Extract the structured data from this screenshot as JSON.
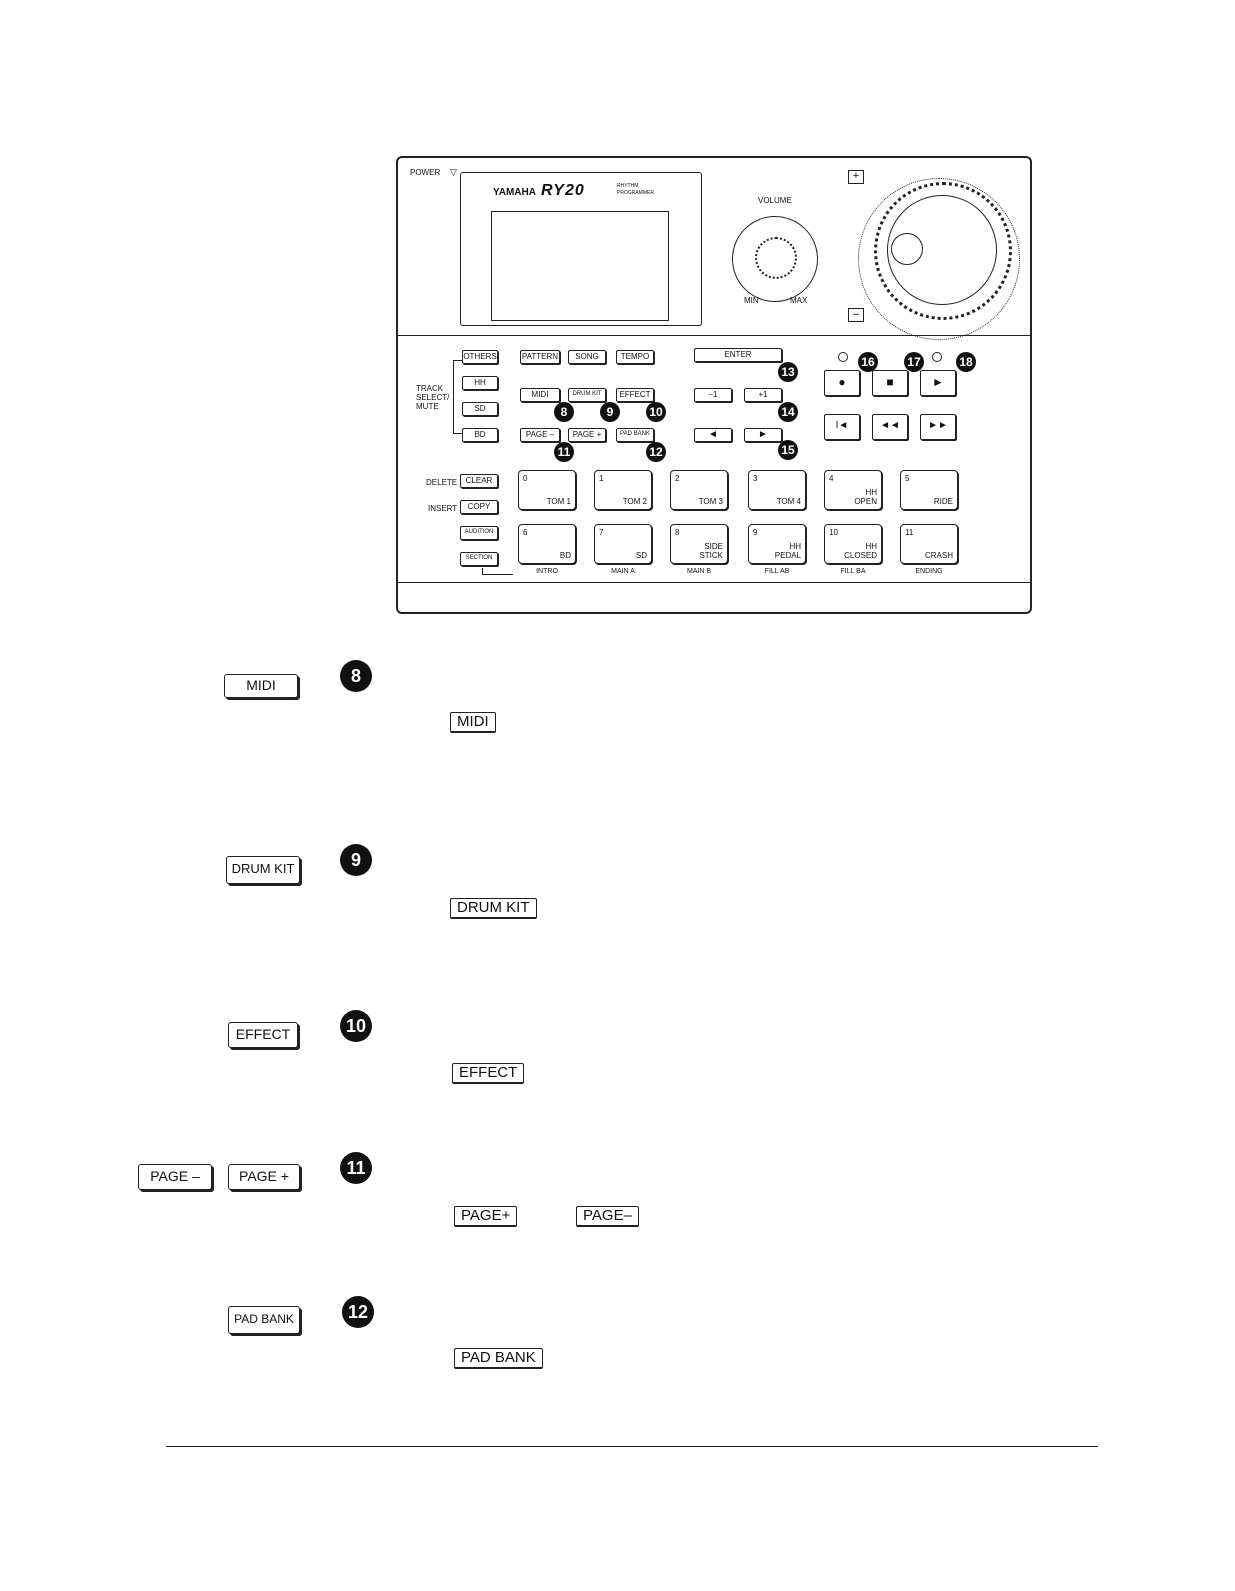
{
  "panel": {
    "power_label": "POWER",
    "brand": "YAMAHA",
    "model": "RY20",
    "model_sub_1": "RHYTHM",
    "model_sub_2": "PROGRAMMER",
    "volume_label": "VOLUME",
    "vol_min": "MIN",
    "vol_max": "MAX",
    "track_label_1": "TRACK",
    "track_label_2": "SELECT/",
    "track_label_3": "MUTE",
    "track_buttons": [
      "OTHERS",
      "HH",
      "SD",
      "BD"
    ],
    "mode_buttons_row1": [
      "PATTERN",
      "SONG",
      "TEMPO"
    ],
    "mode_buttons_row2": [
      "MIDI",
      "DRUM KIT",
      "EFFECT"
    ],
    "mode_buttons_row3": [
      "PAGE –",
      "PAGE +",
      "PAD BANK"
    ],
    "enter": "ENTER",
    "minus1": "–1",
    "plus1": "+1",
    "left_arrow": "◄",
    "right_arrow": "►",
    "delete_label": "DELETE",
    "insert_label": "INSERT",
    "clear": "CLEAR",
    "copy": "COPY",
    "audition": "AUDITION",
    "section": "SECTION",
    "transport_row1": [
      "●",
      "■",
      "►"
    ],
    "transport_row2": [
      "I◄",
      "◄◄",
      "►►"
    ],
    "pads_row1": [
      {
        "n": "0",
        "label": "TOM 1"
      },
      {
        "n": "1",
        "label": "TOM 2"
      },
      {
        "n": "2",
        "label": "TOM 3"
      },
      {
        "n": "3",
        "label": "TOM 4"
      },
      {
        "n": "4",
        "label": "HH\nOPEN"
      },
      {
        "n": "5",
        "label": "RIDE"
      }
    ],
    "pads_row2": [
      {
        "n": "6",
        "label": "BD"
      },
      {
        "n": "7",
        "label": "SD"
      },
      {
        "n": "8",
        "label": "SIDE\nSTICK"
      },
      {
        "n": "9",
        "label": "HH\nPEDAL"
      },
      {
        "n": "10",
        "label": "HH\nCLOSED"
      },
      {
        "n": "11",
        "label": "CRASH"
      }
    ],
    "sections": [
      "INTRO",
      "MAIN A",
      "MAIN B",
      "FILL AB",
      "FILL BA",
      "ENDING"
    ],
    "callouts": [
      "8",
      "9",
      "10",
      "11",
      "12",
      "13",
      "14",
      "15",
      "16",
      "17",
      "18"
    ],
    "jog_plus": "+",
    "jog_minus": "–"
  },
  "entries": [
    {
      "num": "8",
      "keys": [
        "MIDI"
      ],
      "inline": [
        "MIDI"
      ]
    },
    {
      "num": "9",
      "keys": [
        "DRUM KIT"
      ],
      "inline": [
        "DRUM KIT"
      ]
    },
    {
      "num": "10",
      "keys": [
        "EFFECT"
      ],
      "inline": [
        "EFFECT"
      ]
    },
    {
      "num": "11",
      "keys": [
        "PAGE –",
        "PAGE +"
      ],
      "inline": [
        "PAGE+",
        "PAGE–"
      ]
    },
    {
      "num": "12",
      "keys": [
        "PAD BANK"
      ],
      "inline": [
        "PAD BANK"
      ]
    }
  ]
}
